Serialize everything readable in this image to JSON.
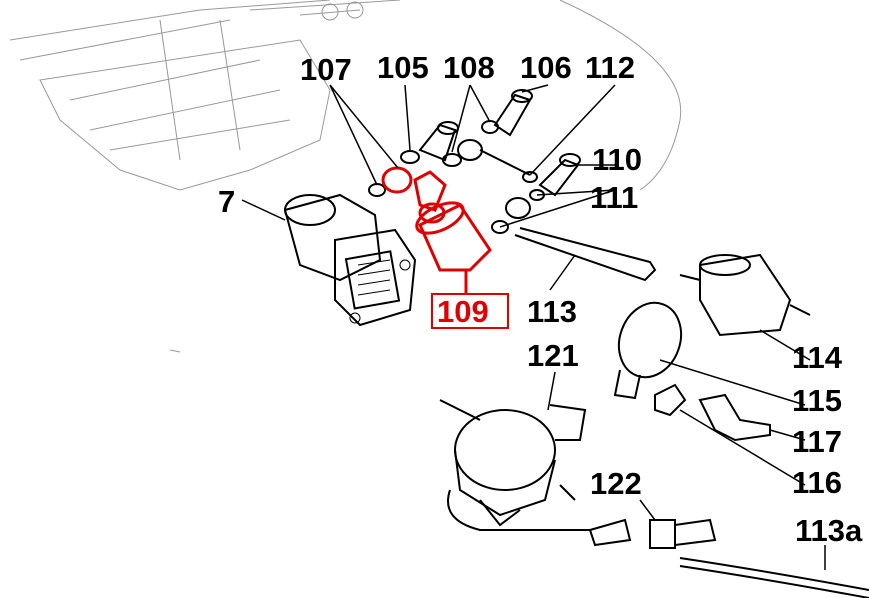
{
  "diagram": {
    "highlight_color": "#e00000",
    "labels": {
      "l107": "107",
      "l105": "105",
      "l108": "108",
      "l106": "106",
      "l112": "112",
      "l110": "110",
      "l111": "111",
      "l7": "7",
      "l109": "109",
      "l113": "113",
      "l114": "114",
      "l121": "121",
      "l115": "115",
      "l117": "117",
      "l116": "116",
      "l122": "122",
      "l113a": "113a"
    }
  }
}
